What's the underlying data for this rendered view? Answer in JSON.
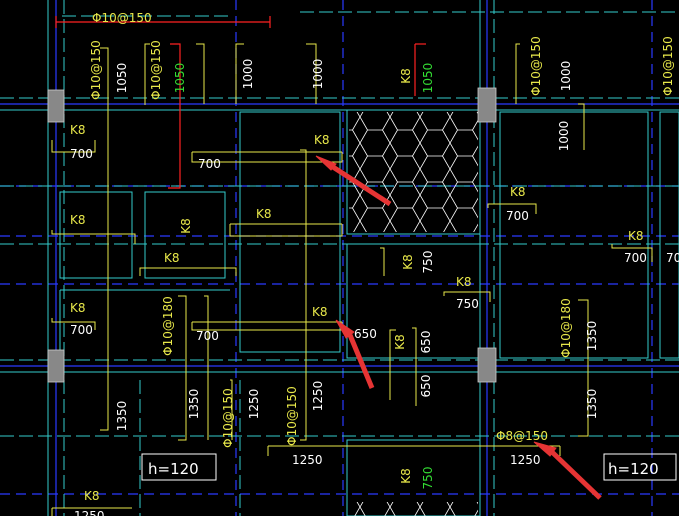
{
  "colors": {
    "background": "#000000",
    "axis_blue": "#2a3aff",
    "beam_cyan": "#33cccc",
    "rebar_yellow": "#e8e84a",
    "dim_white": "#ffffff",
    "red_line": "#ff2222",
    "green_text": "#33dd33",
    "arrow": "#e63434",
    "column_gray": "#888888"
  },
  "texts": {
    "t_top": "Φ10@150",
    "t_v1": "Φ10@150",
    "t_v2": "1050",
    "t_v3": "Φ10@150",
    "t_v4": "1050",
    "t_v5": "1000",
    "t_v6": "1000",
    "t_v7": "K8",
    "t_v8": "1050",
    "t_v9": "Φ10@150",
    "t_v10": "1000",
    "t_v11": "1000",
    "t_v12": "Φ10@150",
    "t_k8_a": "K8",
    "t_700_a": "700",
    "t_700_b": "700",
    "t_k8_b": "K8",
    "t_k8_c": "K8",
    "t_k8_d": "K8",
    "t_700_c": "700",
    "t_k8_e": "K8",
    "t_k8_f": "K8",
    "t_k8_g": "K8",
    "t_750_a": "750",
    "t_750_b": "750",
    "t_k8_h": "K8",
    "t_700_d": "700",
    "t_700_e": "70",
    "t_k8_i": "K8",
    "t_k8_j": "K8",
    "t_700_f": "700",
    "t_phi180_a": "Φ10@180",
    "t_700_g": "700",
    "t_650_a": "650",
    "t_k8_k": "K8",
    "t_650_b": "650",
    "t_650_c": "650",
    "t_phi180_b": "Φ10@180",
    "t_1350_a": "1350",
    "t_1350_b": "1350",
    "t_1350_c": "1350",
    "t_1350_d": "1350",
    "t_1250_a": "1250",
    "t_phi150_c": "Φ10@150",
    "t_phi150_d": "Φ10@150",
    "t_1250_b": "1250",
    "t_1250_c": "1250",
    "t_phi8": "Φ8@150",
    "t_1250_d": "1250",
    "t_k8_l": "K8",
    "t_750_c": "750",
    "t_k8_m": "K8",
    "t_1250_e": "1250",
    "h_left": "h=120",
    "h_right": "h=120"
  },
  "arrows": [
    {
      "name": "arrow-1"
    },
    {
      "name": "arrow-2"
    },
    {
      "name": "arrow-3"
    }
  ]
}
